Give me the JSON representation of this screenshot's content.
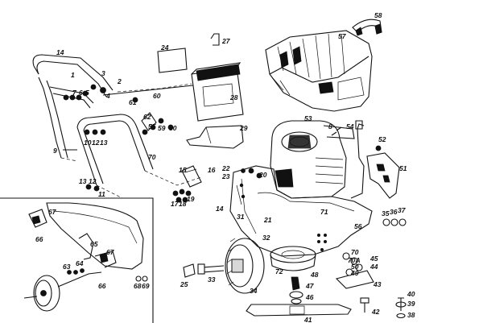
{
  "labels": {
    "l58": "58",
    "l57": "57",
    "l27": "27",
    "l24": "24",
    "l28": "28",
    "l29": "29",
    "l53": "53",
    "l54": "54",
    "l52": "52",
    "l51": "51",
    "l8": "8",
    "l14": "14",
    "l1": "1",
    "l3": "3",
    "l2": "2",
    "l7": "7",
    "l6": "6",
    "l5": "5",
    "l4": "4",
    "l61": "61",
    "l60": "60",
    "l62": "62",
    "l59": "59",
    "l30a": "30",
    "l55": "55",
    "l9": "9",
    "l10": "10",
    "l12a": "12",
    "l13a": "13",
    "l70": "70",
    "l13b": "13",
    "l12b": "12",
    "l11": "11",
    "l15": "15",
    "l16": "16",
    "l22": "22",
    "l23": "23",
    "l20": "20",
    "l17": "17",
    "l18": "18",
    "l19": "19",
    "l14b": "14",
    "l31": "31",
    "l21": "21",
    "l71": "71",
    "l56": "56",
    "l35": "35",
    "l36": "36",
    "l37": "37",
    "l32": "32",
    "l34": "34",
    "l72": "72",
    "l25": "25",
    "l33": "33",
    "l48": "48",
    "l47": "47",
    "l46": "46",
    "l70b": "70",
    "l70a": "70A",
    "l50": "50",
    "l49": "49",
    "l45": "45",
    "l44": "44",
    "l43": "43",
    "l40": "40",
    "l39": "39",
    "l38": "38",
    "l42": "42",
    "l41": "41",
    "i67": "67",
    "i66": "66",
    "i65": "65",
    "i67b": "67",
    "i63": "63",
    "i64": "64",
    "i66b": "66",
    "i68": "68",
    "i69": "69"
  }
}
